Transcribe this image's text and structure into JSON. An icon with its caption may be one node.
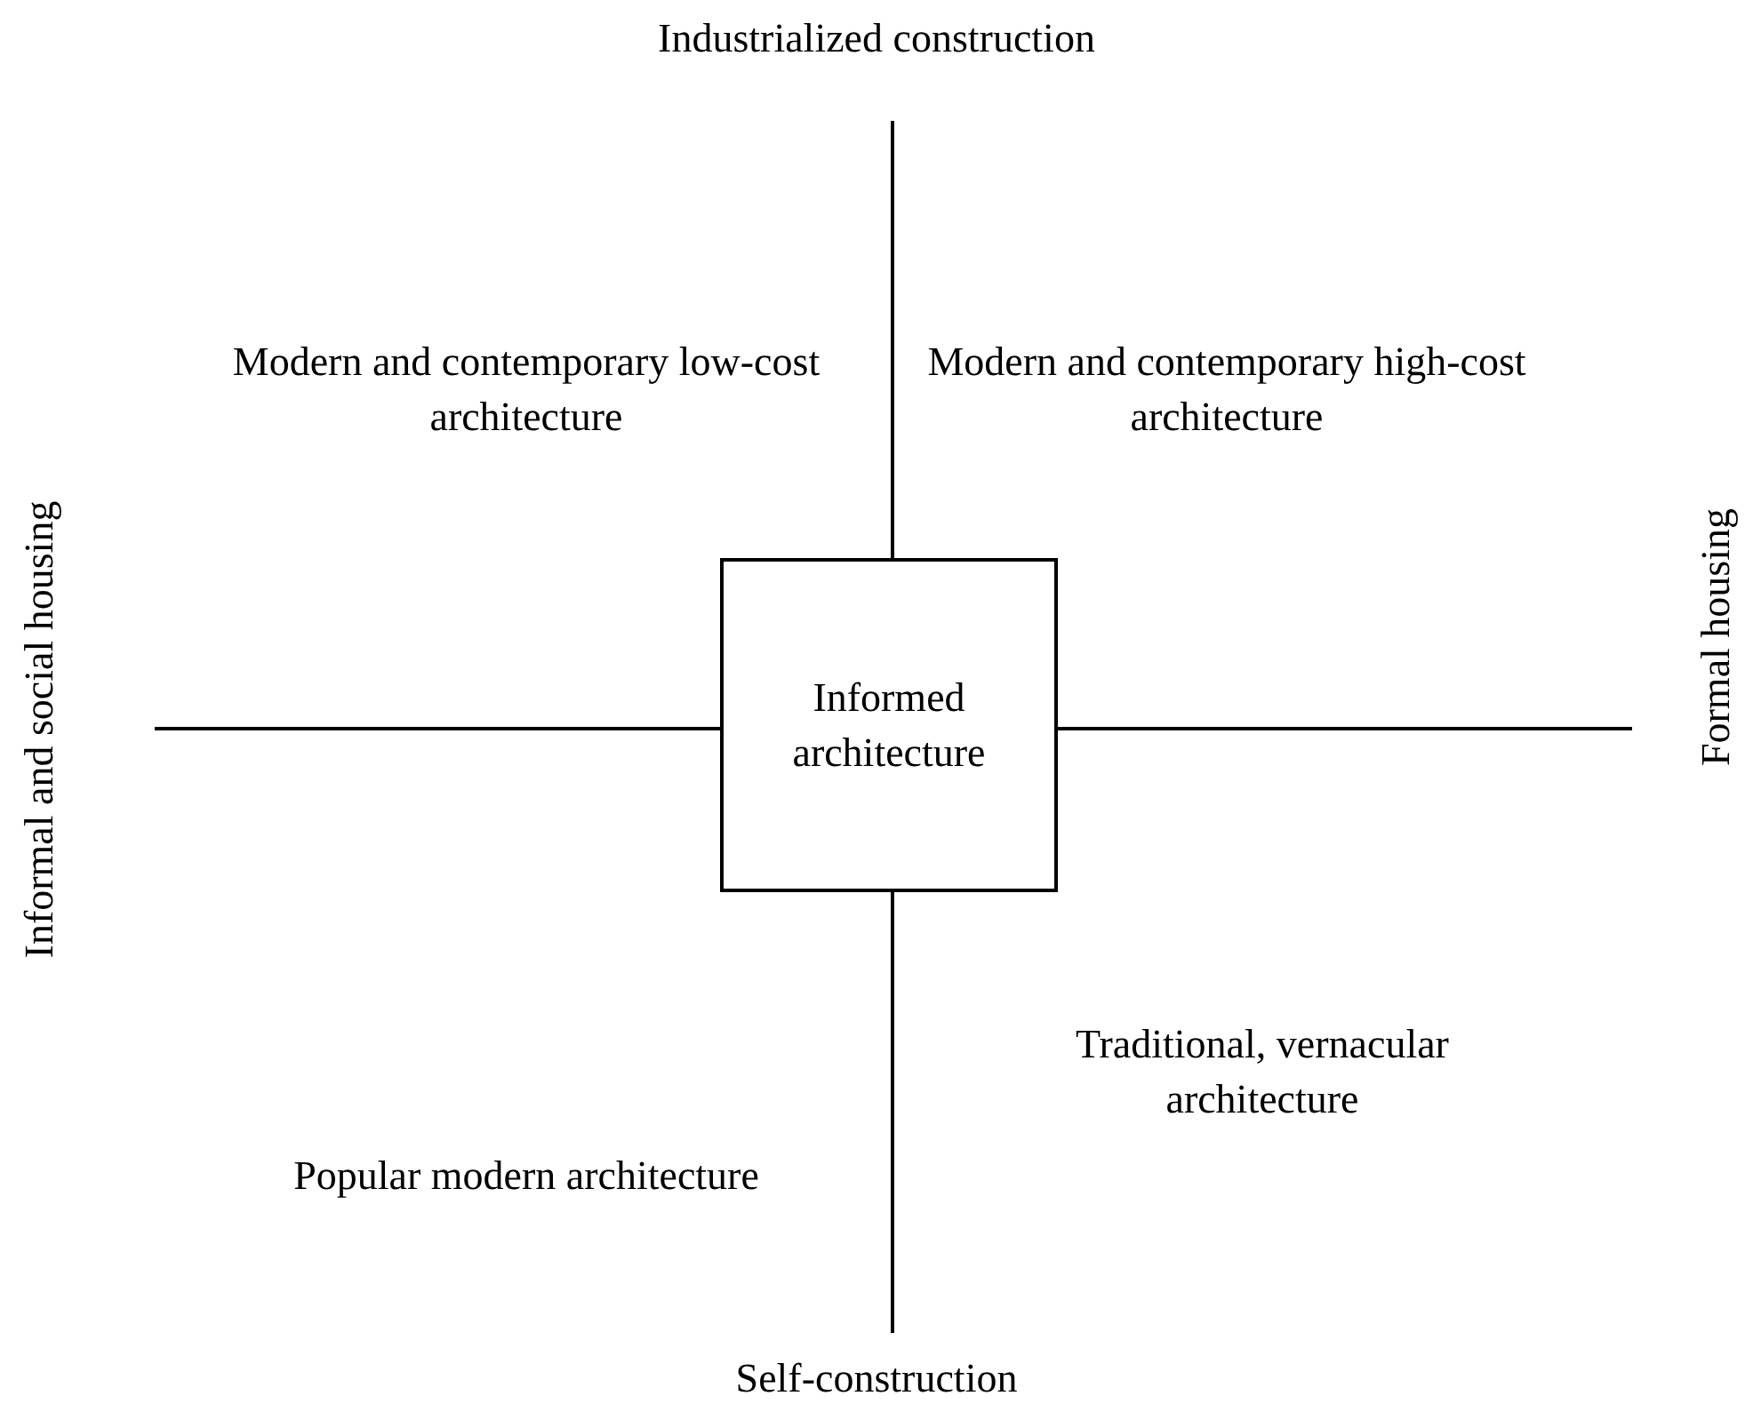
{
  "diagram": {
    "nodes": [
      {
        "text": [
          "Informed architecture"
        ]
      }
    ],
    "labels": [
      "Industrialized construction",
      "Modern and contemporary low-cost architecture",
      "Modern and contemporary high-cost architecture",
      "Informal and social housing",
      "Formal housing",
      "Popular modern architecture",
      "Traditional, vernacular architecture",
      "Self-construction"
    ]
  }
}
